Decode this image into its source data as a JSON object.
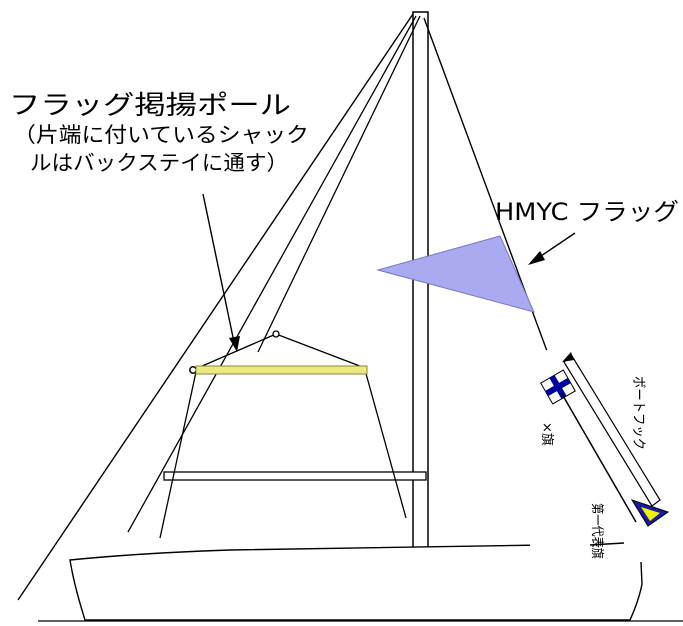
{
  "labels": {
    "pole_title": "フラッグ掲揚ポール",
    "pole_note_line1": "（片端に付いているシャック",
    "pole_note_line2": "ルはバックステイに通す）",
    "hmyc_flag": "HMYC フラッグ",
    "x_flag": "×旗",
    "boat_hook": "ボートフック",
    "first_rep_flag": "第一代表旗"
  },
  "colors": {
    "line": "#000000",
    "hmyc_flag_fill": "#aaaaf0",
    "hmyc_flag_stroke": "#7777c8",
    "pole_fill": "#eaea80",
    "x_flag_blue": "#0000a0",
    "rep_flag_blue": "#1a1aa0",
    "rep_flag_yellow": "#f2f200"
  }
}
